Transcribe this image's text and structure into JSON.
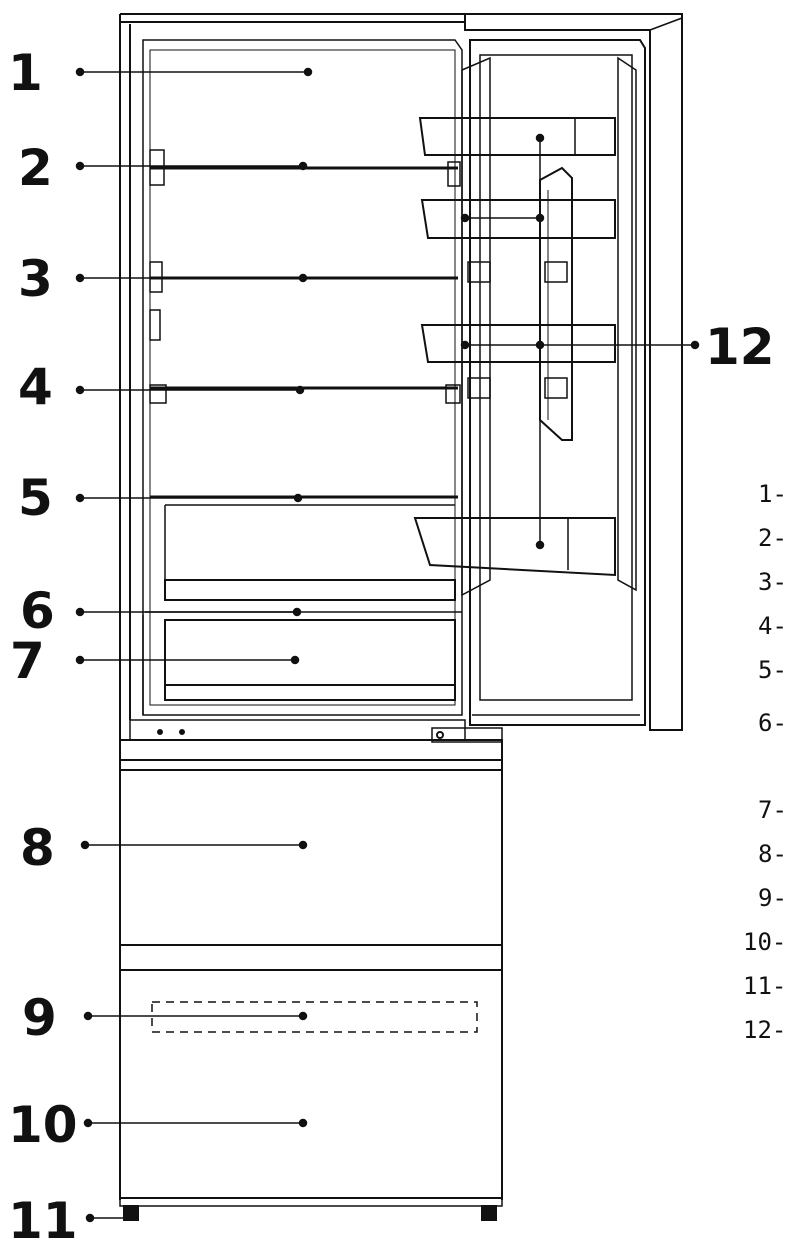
{
  "callouts": [
    {
      "id": "1",
      "label": "1"
    },
    {
      "id": "2",
      "label": "2"
    },
    {
      "id": "3",
      "label": "3"
    },
    {
      "id": "4",
      "label": "4"
    },
    {
      "id": "5",
      "label": "5"
    },
    {
      "id": "6",
      "label": "6"
    },
    {
      "id": "7",
      "label": "7"
    },
    {
      "id": "8",
      "label": "8"
    },
    {
      "id": "9",
      "label": "9"
    },
    {
      "id": "10",
      "label": "10"
    },
    {
      "id": "11",
      "label": "11"
    },
    {
      "id": "12",
      "label": "12"
    }
  ],
  "legend": [
    {
      "label": "1-"
    },
    {
      "label": "2-"
    },
    {
      "label": "3-"
    },
    {
      "label": "4-"
    },
    {
      "label": "5-"
    },
    {
      "label": "6-"
    },
    {
      "label": "7-"
    },
    {
      "label": "8-"
    },
    {
      "label": "9-"
    },
    {
      "label": "10-"
    },
    {
      "label": "11-"
    },
    {
      "label": "12-"
    }
  ]
}
